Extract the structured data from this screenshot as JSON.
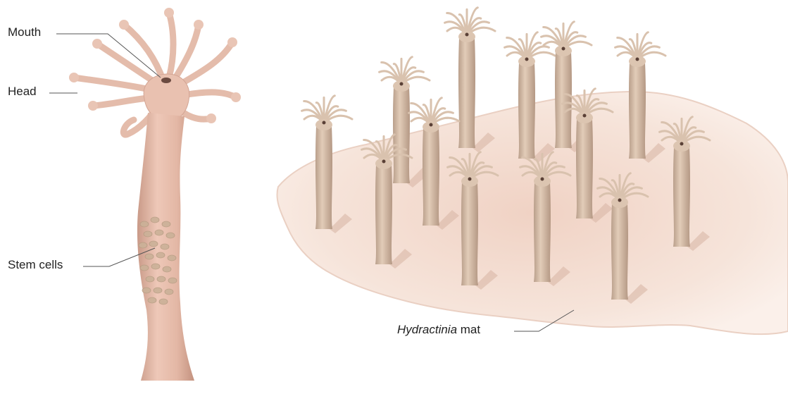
{
  "labels": {
    "mouth": "Mouth",
    "head": "Head",
    "stem_cells": "Stem cells",
    "mat_italic": "Hydractinia",
    "mat_rest": " mat"
  },
  "colors": {
    "polyp_skin": "#e8c2b2",
    "polyp_shadow": "#c69a88",
    "mat_fill": "#f3ddd2",
    "mat_edge": "#e9c9ba",
    "colony_polyp": "#d4bca8",
    "stem_cells": "#c9b199",
    "leader_line": "#444444"
  }
}
